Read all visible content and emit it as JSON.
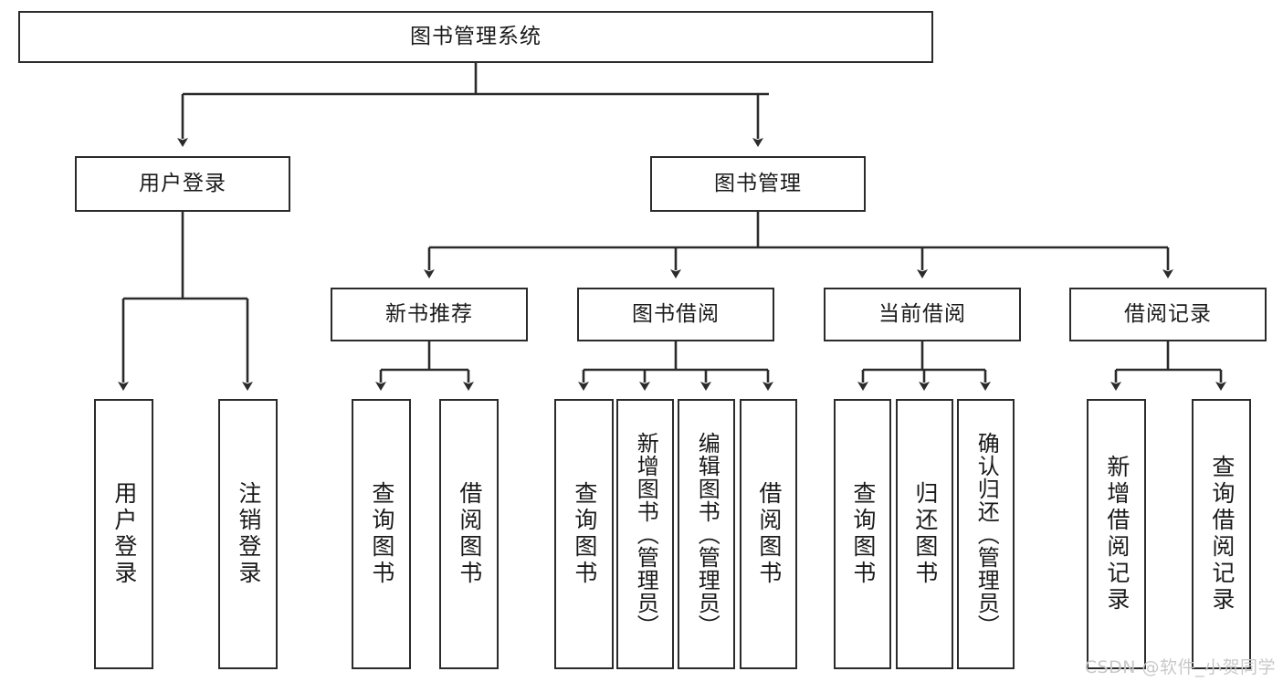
{
  "diagram": {
    "title": "图书管理系统",
    "type": "tree-hierarchy-diagram",
    "colors": {
      "stroke": "#2b2b2b",
      "fill": "#ffffff",
      "text": "#1a1a1a",
      "watermark": "#c9c9c9"
    },
    "root": {
      "label": "图书管理系统"
    },
    "level2": [
      {
        "label": "用户登录"
      },
      {
        "label": "图书管理"
      }
    ],
    "level3": [
      {
        "label": "新书推荐"
      },
      {
        "label": "图书借阅"
      },
      {
        "label": "当前借阅"
      },
      {
        "label": "借阅记录"
      }
    ],
    "leaves": {
      "user_login": [
        {
          "label": "用户登录"
        },
        {
          "label": "注销登录"
        }
      ],
      "new_book_recommend": [
        {
          "label": "查询图书"
        },
        {
          "label": "借阅图书"
        }
      ],
      "book_borrow": [
        {
          "label": "查询图书"
        },
        {
          "label": "新增图书（管理员）"
        },
        {
          "label": "编辑图书（管理员）"
        },
        {
          "label": "借阅图书"
        }
      ],
      "current_borrow": [
        {
          "label": "查询图书"
        },
        {
          "label": "归还图书"
        },
        {
          "label": "确认归还（管理员）"
        }
      ],
      "borrow_record": [
        {
          "label": "新增借阅记录"
        },
        {
          "label": "查询借阅记录"
        }
      ]
    }
  },
  "watermark": {
    "text": "CSDN @软件_小贺同学"
  }
}
